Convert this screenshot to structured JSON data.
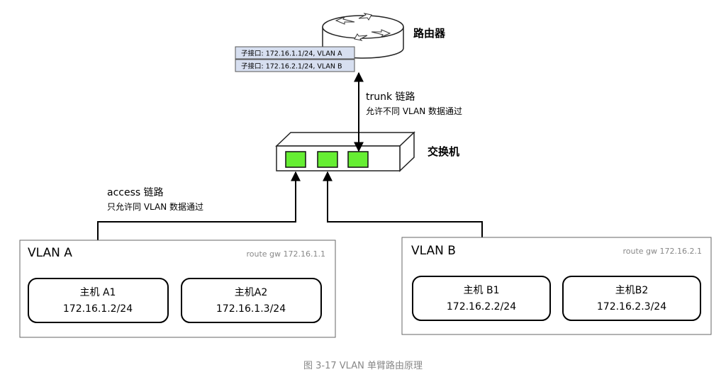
{
  "router": {
    "label": "路由器",
    "subinterface_a": "子接口: 172.16.1.1/24, VLAN A",
    "subinterface_b": "子接口: 172.16.2.1/24, VLAN B"
  },
  "switch": {
    "label": "交换机"
  },
  "trunk_link": {
    "title": "trunk 链路",
    "desc": "允许不同 VLAN 数据通过"
  },
  "access_link": {
    "title": "access 链路",
    "desc": "只允许同 VLAN 数据通过"
  },
  "vlan_a": {
    "name": "VLAN A",
    "route": "route gw 172.16.1.1",
    "hosts": [
      {
        "name": "主机 A1",
        "ip": "172.16.1.2/24"
      },
      {
        "name": "主机A2",
        "ip": "172.16.1.3/24"
      }
    ]
  },
  "vlan_b": {
    "name": "VLAN B",
    "route": "route gw 172.16.2.1",
    "hosts": [
      {
        "name": "主机 B1",
        "ip": "172.16.2.2/24"
      },
      {
        "name": "主机B2",
        "ip": "172.16.2.3/24"
      }
    ]
  },
  "caption": "图 3-17 VLAN 单臂路由原理",
  "colors": {
    "port_green": "#66ee33",
    "subinterface_fill": "#d7dff0",
    "line": "#000000",
    "caption": "#888888"
  }
}
